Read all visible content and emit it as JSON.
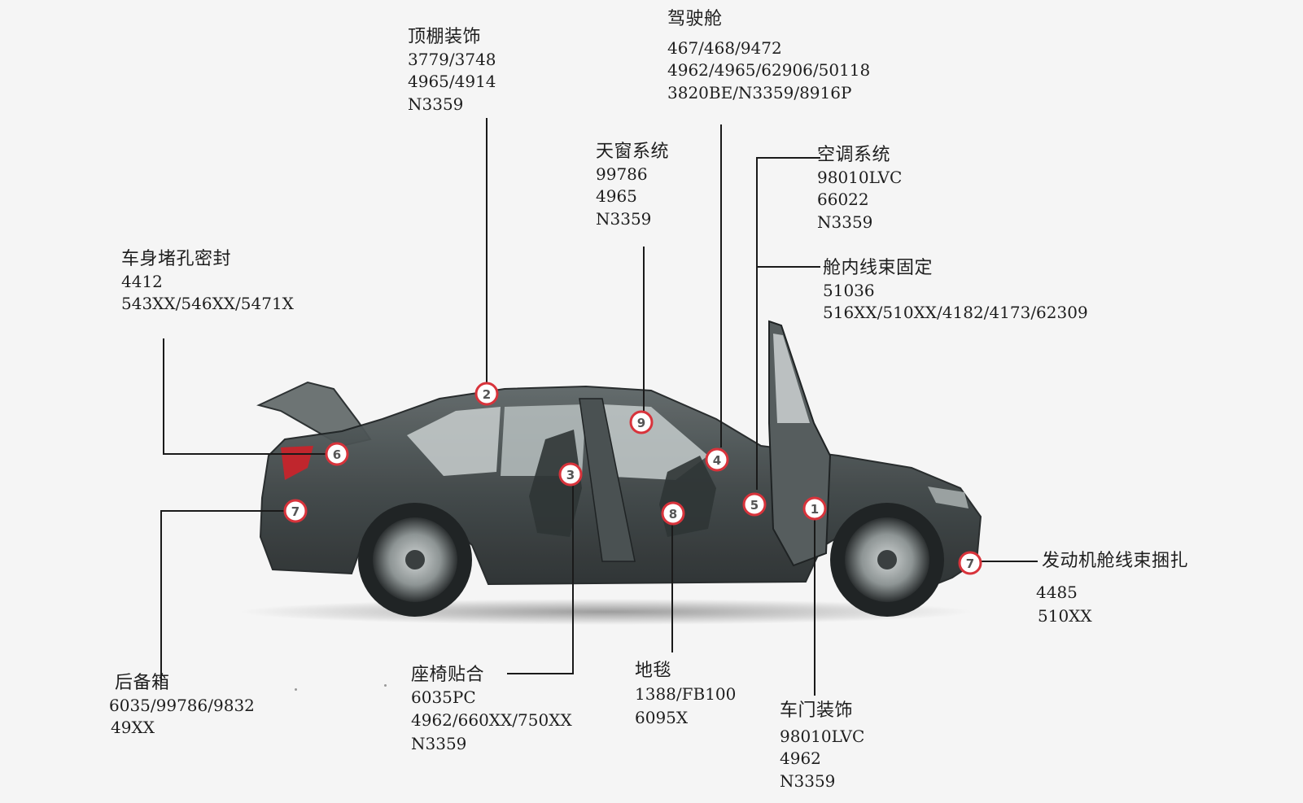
{
  "callouts": [
    {
      "id": "roof",
      "title": "顶棚装饰",
      "codes": [
        "3779/3748",
        "4965/4914",
        "N3359"
      ]
    },
    {
      "id": "cockpit",
      "title": "驾驶舱",
      "codes": [
        "467/468/9472",
        "4962/4965/62906/50118",
        "3820BE/N3359/8916P"
      ]
    },
    {
      "id": "sunroof",
      "title": "天窗系统",
      "codes": [
        "99786",
        "4965",
        "N3359"
      ]
    },
    {
      "id": "ac",
      "title": "空调系统",
      "codes": [
        "98010LVC",
        "66022",
        "N3359"
      ]
    },
    {
      "id": "harness",
      "title": "舱内线束固定",
      "codes": [
        "51036",
        "516XX/510XX/4182/4173/62309"
      ]
    },
    {
      "id": "body-seal",
      "title": "车身堵孔密封",
      "codes": [
        "4412",
        "543XX/546XX/5471X"
      ]
    },
    {
      "id": "engine",
      "title": "发动机舱线束捆扎",
      "codes": [
        "4485",
        "510XX"
      ]
    },
    {
      "id": "trunk",
      "title": "后备箱",
      "codes": [
        "6035/99786/9832",
        "49XX"
      ]
    },
    {
      "id": "seat",
      "title": "座椅贴合",
      "codes": [
        "6035PC",
        "4962/660XX/750XX",
        "N3359"
      ]
    },
    {
      "id": "carpet",
      "title": "地毯",
      "codes": [
        "1388/FB100",
        "6095X"
      ]
    },
    {
      "id": "door",
      "title": "车门装饰",
      "codes": [
        "98010LVC",
        "4962",
        "N3359"
      ]
    }
  ],
  "markers": [
    "1",
    "2",
    "3",
    "4",
    "5",
    "6",
    "7",
    "7",
    "8",
    "9"
  ],
  "colors": {
    "background": "#f5f5f5",
    "marker_ring": "#d8333b",
    "leader_line": "#1a1a1a",
    "car_body": "#3f4546",
    "tail_light": "#c0262d"
  }
}
